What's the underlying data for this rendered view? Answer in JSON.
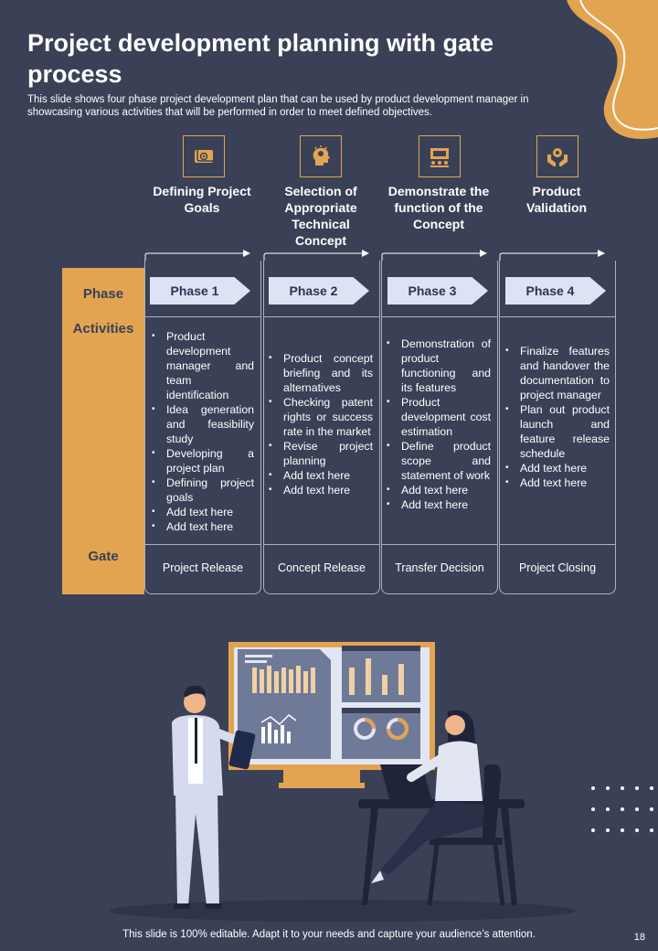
{
  "header": {
    "title": "Project development planning with gate process",
    "subtitle": "This slide shows four phase project development plan that can be used by product development manager in showcasing various activities that will be performed in order to meet defined objectives."
  },
  "row_labels": {
    "phase": "Phase",
    "activities": "Activities",
    "gate": "Gate"
  },
  "stages": [
    {
      "icon": "goal-document-icon",
      "title": "Defining Project Goals",
      "phase": "Phase 1",
      "activities": [
        "Product development manager and team identification",
        "Idea generation and feasibility study",
        "Developing a project plan",
        "Defining project goals",
        "Add text here",
        "Add text here"
      ],
      "gate": "Project Release"
    },
    {
      "icon": "head-lightbulb-icon",
      "title": "Selection of Appropriate Technical Concept",
      "phase": "Phase 2",
      "activities": [
        "Product concept briefing and its alternatives",
        "Checking patent rights or success rate in the market",
        "Revise project planning",
        "Add text here",
        "Add text here"
      ],
      "gate": "Concept Release"
    },
    {
      "icon": "presentation-board-icon",
      "title": "Demonstrate the function of the Concept",
      "phase": "Phase 3",
      "activities": [
        "Demonstration of product functioning and its features",
        "Product development cost estimation",
        "Define product scope and statement of work",
        "Add text here",
        "Add text here"
      ],
      "gate": "Transfer Decision"
    },
    {
      "icon": "hands-gear-icon",
      "title": "Product Validation",
      "phase": "Phase 4",
      "activities": [
        "Finalize features and handover the documentation to project manager",
        "Plan out product launch and feature release schedule",
        "Add text here",
        "Add text here"
      ],
      "gate": "Project Closing"
    }
  ],
  "footer": {
    "note": "This slide is 100% editable. Adapt it to your needs and capture your audience’s attention.",
    "page_number": "18"
  },
  "colors": {
    "background": "#3a4157",
    "accent": "#e3a451",
    "chevron": "#dde3f5"
  }
}
